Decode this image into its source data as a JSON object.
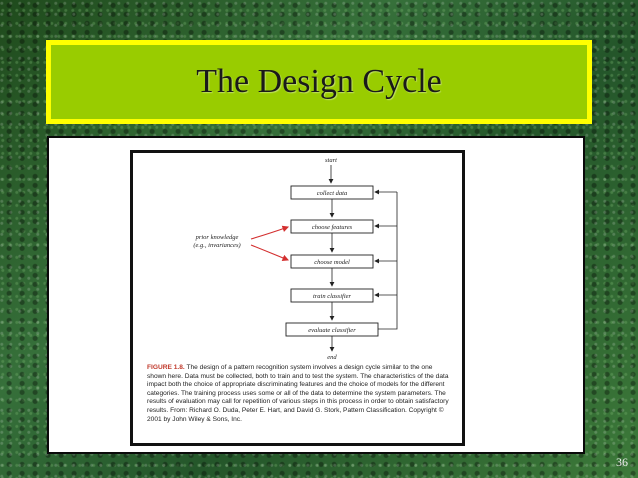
{
  "slide": {
    "title": "The Design Cycle",
    "page_number": "36"
  },
  "flowchart": {
    "start_label": "start",
    "end_label": "end",
    "steps": [
      "collect data",
      "choose features",
      "choose model",
      "train classifier",
      "evaluate classifier"
    ],
    "prior_knowledge_line1": "prior knowledge",
    "prior_knowledge_line2": "(e.g., invariances)"
  },
  "caption": {
    "figure_label": "FIGURE 1.8.",
    "text": "The design of a pattern recognition system involves a design cycle similar to the one shown here. Data must be collected, both to train and to test the system. The characteristics of the data impact both the choice of appropriate discriminating features and the choice of models for the different categories. The training process uses some or all of the data to determine the system parameters. The results of evaluation may call for repetition of various steps in this process in order to obtain satisfactory results. From: Richard O. Duda, Peter E. Hart, and David G. Stork, Pattern Classification. Copyright © 2001 by John Wiley & Sons, Inc."
  },
  "colors": {
    "title_bg": "#99cc00",
    "title_border": "#ffff00",
    "arrow_red": "#d32f2f",
    "caption_label": "#c0392b"
  }
}
